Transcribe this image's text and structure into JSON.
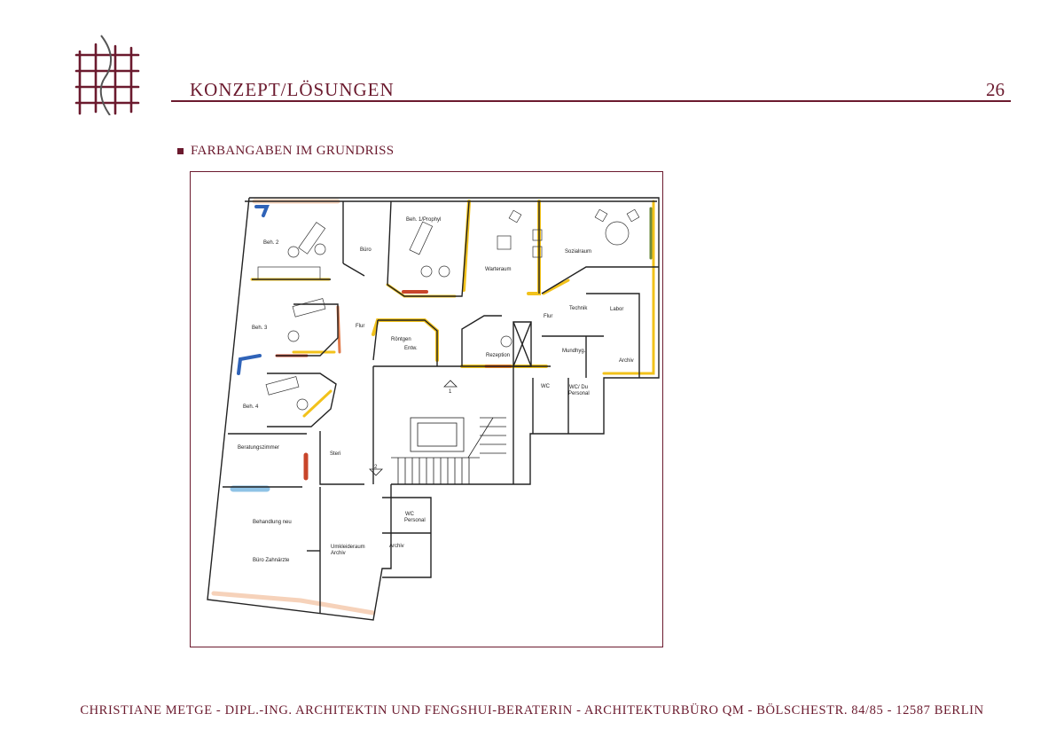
{
  "header": {
    "title": "KONZEPT/LÖSUNGEN",
    "page_number": "26"
  },
  "section": {
    "title": "FARBANGABEN IM GRUNDRISS",
    "bullet_icon": "square-bullet-icon"
  },
  "floorplan": {
    "rooms": {
      "beh2": "Beh. 2",
      "buero": "Büro",
      "beh1": "Beh. 1/Prophyl",
      "warteraum": "Warteraum",
      "sozialraum": "Sozialraum",
      "beh3": "Beh. 3",
      "flur1": "Flur",
      "roentgen": "Röntgen",
      "entw": "Entw.",
      "rezeption": "Rezeption",
      "flur2": "Flur",
      "technik": "Technik",
      "labor": "Labor",
      "mundhyg": "Mundhyg.",
      "archiv1": "Archiv",
      "wc": "WC",
      "wcdu1": "WC/ Du",
      "wcdu2": "Personal",
      "beh4": "Beh. 4",
      "beratung": "Beratungszimmer",
      "steri": "Steri",
      "behneu": "Behandlung neu",
      "wcpers1": "WC",
      "wcpers2": "Personal",
      "umkleide1": "Umkleideraum",
      "umkleide2": "Archiv",
      "archiv2": "Archiv",
      "buerozahn": "Büro Zahnärzte"
    },
    "stair_markers": {
      "one": "1",
      "two": "2"
    },
    "colors": {
      "yellow": "#f2c21b",
      "red": "#c8452a",
      "orange": "#f0b48c",
      "blue": "#2f63b8",
      "lightblue": "#8fc3e6",
      "green": "#6e8b3d"
    }
  },
  "footer": {
    "text": "CHRISTIANE METGE - DIPL.-ING. ARCHITEKTIN UND FENGSHUI-BERATERIN - ARCHITEKTURBÜRO QM - BÖLSCHESTR. 84/85 - 12587 BERLIN"
  }
}
